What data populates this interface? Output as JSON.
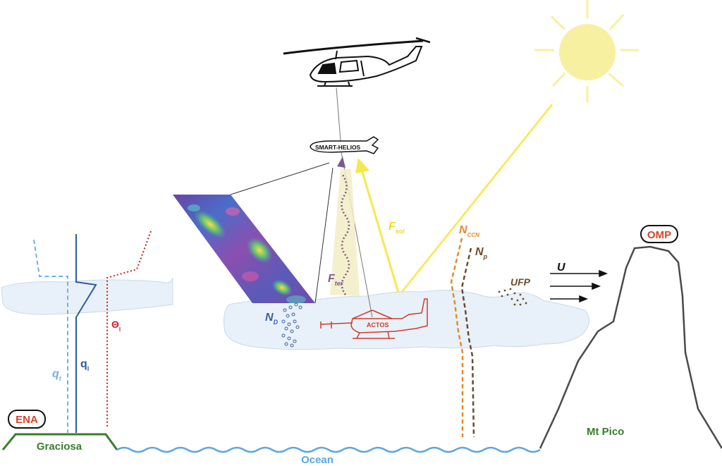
{
  "labels": {
    "smart_helios": "SMART-HELIOS",
    "actos": "ACTOS",
    "ena": "ENA",
    "omp": "OMP",
    "graciosa": "Graciosa",
    "mt_pico": "Mt Pico",
    "ocean": "Ocean",
    "u": "U",
    "ufp": "UFP",
    "f_sol": {
      "main": "F",
      "sub": "sol"
    },
    "f_ter": {
      "main": "F",
      "sub": "ter"
    },
    "n_d": {
      "main": "N",
      "sub": "D"
    },
    "n_ccn": {
      "main": "N",
      "sub": "CCN"
    },
    "n_p": {
      "main": "N",
      "sub": "p"
    },
    "q_t": {
      "main": "q",
      "sub": "t"
    },
    "q_l": {
      "main": "q",
      "sub": "l"
    },
    "theta_l": {
      "main": "Θ",
      "sub": "l"
    }
  },
  "colors": {
    "sun": "#f7f0a0",
    "sunbeam": "#f5e94a",
    "cloud": "#e8f1f9",
    "cloud_edge": "#c9d9e6",
    "ocean": "#5ba8de",
    "ocean_label": "#5ba8de",
    "land": "#3a7d2c",
    "actos_red": "#d23a2a",
    "ena_red": "#d2452a",
    "qt_light_blue": "#6fb3e3",
    "ql_dark_blue": "#2c5aa0",
    "theta_red": "#c81e1e",
    "nccn_orange": "#e08a2e",
    "np_brown": "#6b4a2a",
    "fter_purple": "#7d5a8c",
    "nd_blue": "#3b5fa0",
    "ufp_brown": "#6b4a2a",
    "mountain": "#4a4a4a",
    "tether": "#777777",
    "beam_cone": "#f2ecc4"
  },
  "icons": [
    "helicopter-icon",
    "sun-icon",
    "actos-aircraft-icon",
    "smart-helios-pod-icon"
  ]
}
